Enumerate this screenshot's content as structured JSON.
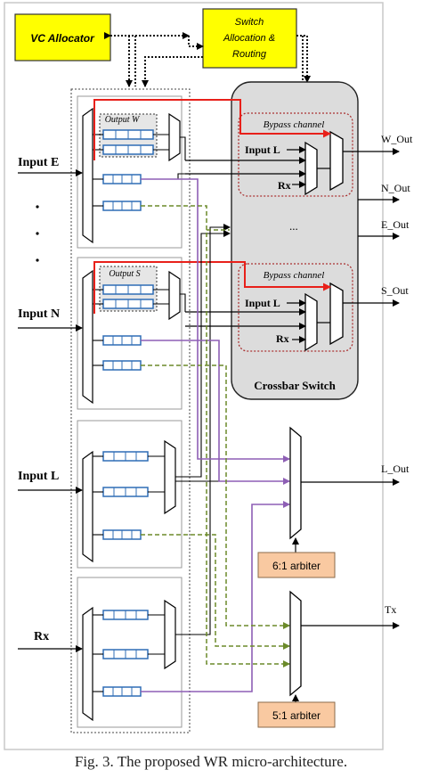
{
  "blocks": {
    "vc_allocator": "VC Allocator",
    "switch_alloc_line1": "Switch",
    "switch_alloc_line2": "Allocation &",
    "switch_alloc_line3": "Routing",
    "crossbar": "Crossbar Switch",
    "bypass_top": "Bypass channel",
    "bypass_bottom": "Bypass channel",
    "xbar_input_top": "Input L",
    "xbar_rx_top": "Rx",
    "xbar_input_bottom": "Input L",
    "xbar_rx_bottom": "Rx",
    "xbar_dots": "...",
    "output_w": "Output W",
    "output_s": "Output S",
    "arbiter_6": "6:1 arbiter",
    "arbiter_5": "5:1 arbiter"
  },
  "inputs": {
    "input_e": "Input E",
    "input_n": "Input N",
    "input_l": "Input L",
    "rx": "Rx"
  },
  "outputs": {
    "w_out": "W_Out",
    "n_out": "N_Out",
    "e_out": "E_Out",
    "s_out": "S_Out",
    "l_out": "L_Out",
    "tx": "Tx"
  },
  "caption": "Fig. 3. The proposed WR micro-architecture.",
  "colors": {
    "allocator_fill": "#ffff00",
    "arbiter_fill": "#f9c9a1",
    "crossbar_fill": "#dcdcdc",
    "bypass_red": "#e8201a",
    "purple": "#8e5fb5",
    "green_dash": "#6b8a2a",
    "buffer_blue": "#2f6db5"
  }
}
